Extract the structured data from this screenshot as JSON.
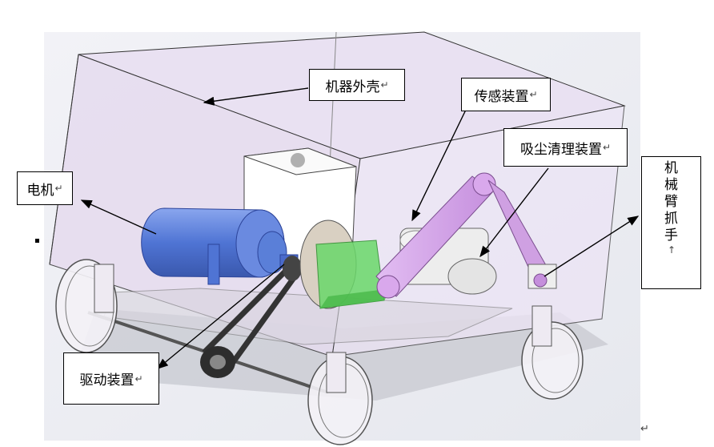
{
  "labels": {
    "shell": "机器外壳",
    "sensor": "传感装置",
    "vacuum": "吸尘清理装置",
    "motor": "电机",
    "drive": "驱动装置",
    "arm_chars": [
      "机",
      "械",
      "臂",
      "抓",
      "手"
    ]
  },
  "marks": {
    "return_arrow": "↵",
    "arm_return": "↑"
  },
  "colors": {
    "shell_face": "#ece4f4",
    "motor_blue": "#5a7fd8",
    "arm_purple": "#d4a8e6",
    "box_green": "#6ad86a",
    "background": "#f4f4f6"
  }
}
